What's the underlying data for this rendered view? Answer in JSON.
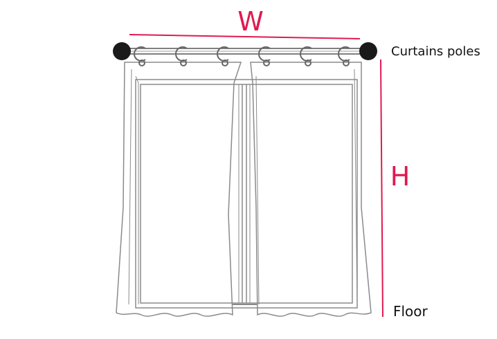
{
  "labels": {
    "width": "W",
    "height": "H",
    "pole": "Curtains poles",
    "floor": "Floor"
  },
  "colors": {
    "measure": "#e01a4f",
    "outline": "#8a8a8a",
    "rod": "#555555",
    "finial": "#1a1a1a",
    "ring": "#666666"
  },
  "icons": {
    "rod_end_left": "finial",
    "rod_end_right": "finial",
    "rings": "curtain-ring"
  }
}
